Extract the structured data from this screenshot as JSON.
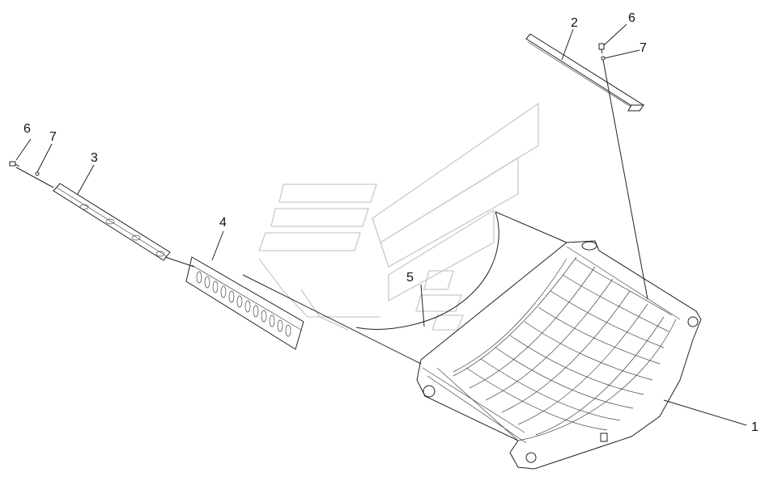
{
  "callouts": {
    "c1": "1",
    "c2": "2",
    "c3": "3",
    "c4": "4",
    "c5": "5",
    "c6a": "6",
    "c7a": "7",
    "c6b": "6",
    "c7b": "7"
  },
  "colors": {
    "line": "#222222",
    "watermark": "#c9c9c9",
    "background": "#ffffff"
  }
}
